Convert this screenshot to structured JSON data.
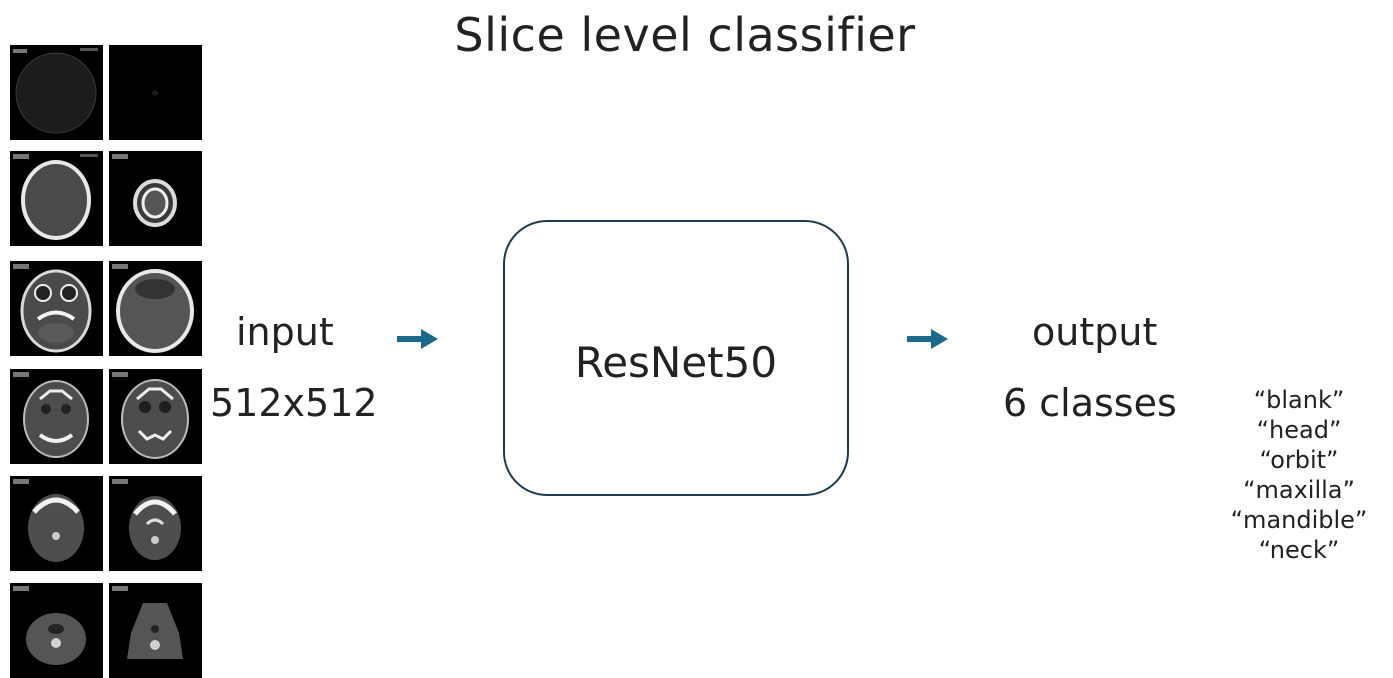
{
  "title": "Slice level classifier",
  "input": {
    "label": "input",
    "size": "512x512"
  },
  "model": {
    "name": "ResNet50"
  },
  "output": {
    "label": "output",
    "count": "6 classes"
  },
  "classes": [
    "“blank”",
    "“head”",
    "“orbit”",
    "“maxilla”",
    "“mandible”",
    "“neck”"
  ],
  "colors": {
    "arrow": "#1b6a8c",
    "box_border": "#1f3a4d",
    "text": "#222222"
  },
  "icons": {
    "arrow": "right-arrow-icon"
  }
}
